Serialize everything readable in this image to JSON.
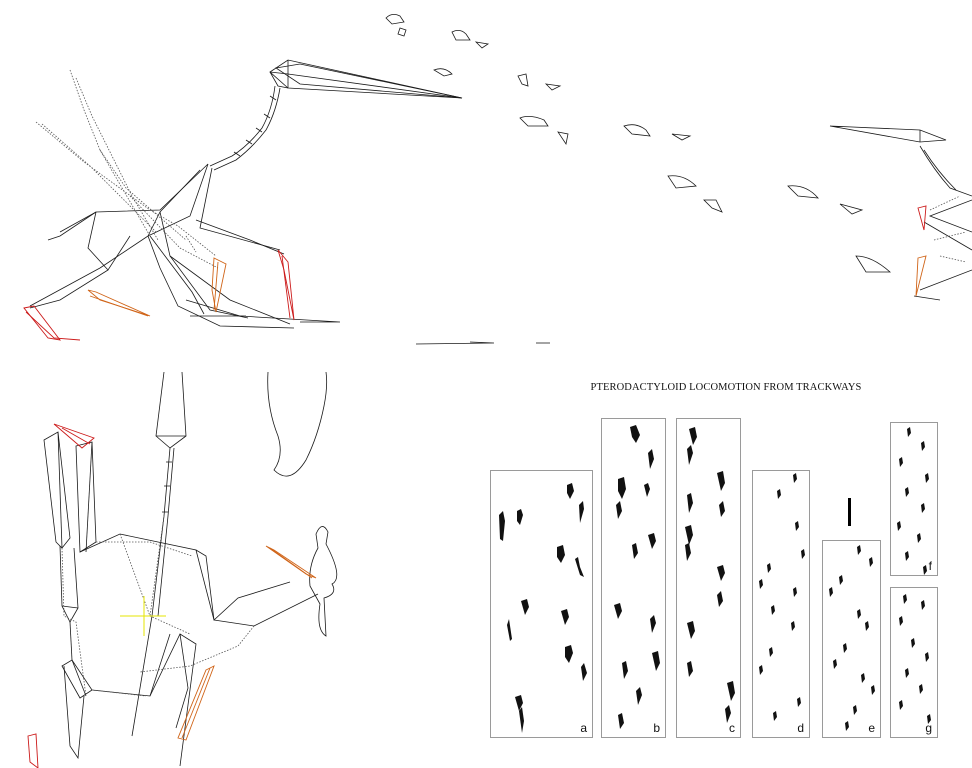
{
  "figure": {
    "trackway_title": "PTERODACTYLOID LOCOMOTION FROM TRACKWAYS",
    "trackways": [
      {
        "label": "a"
      },
      {
        "label": "b"
      },
      {
        "label": "c"
      },
      {
        "label": "d"
      },
      {
        "label": "e"
      },
      {
        "label": "f"
      },
      {
        "label": "g"
      }
    ]
  },
  "colors": {
    "line": "#1a1a1a",
    "dotted": "#555555",
    "manus_red": "#cc1a1a",
    "pes_orange": "#d06418",
    "crosshair": "#e6e600"
  }
}
